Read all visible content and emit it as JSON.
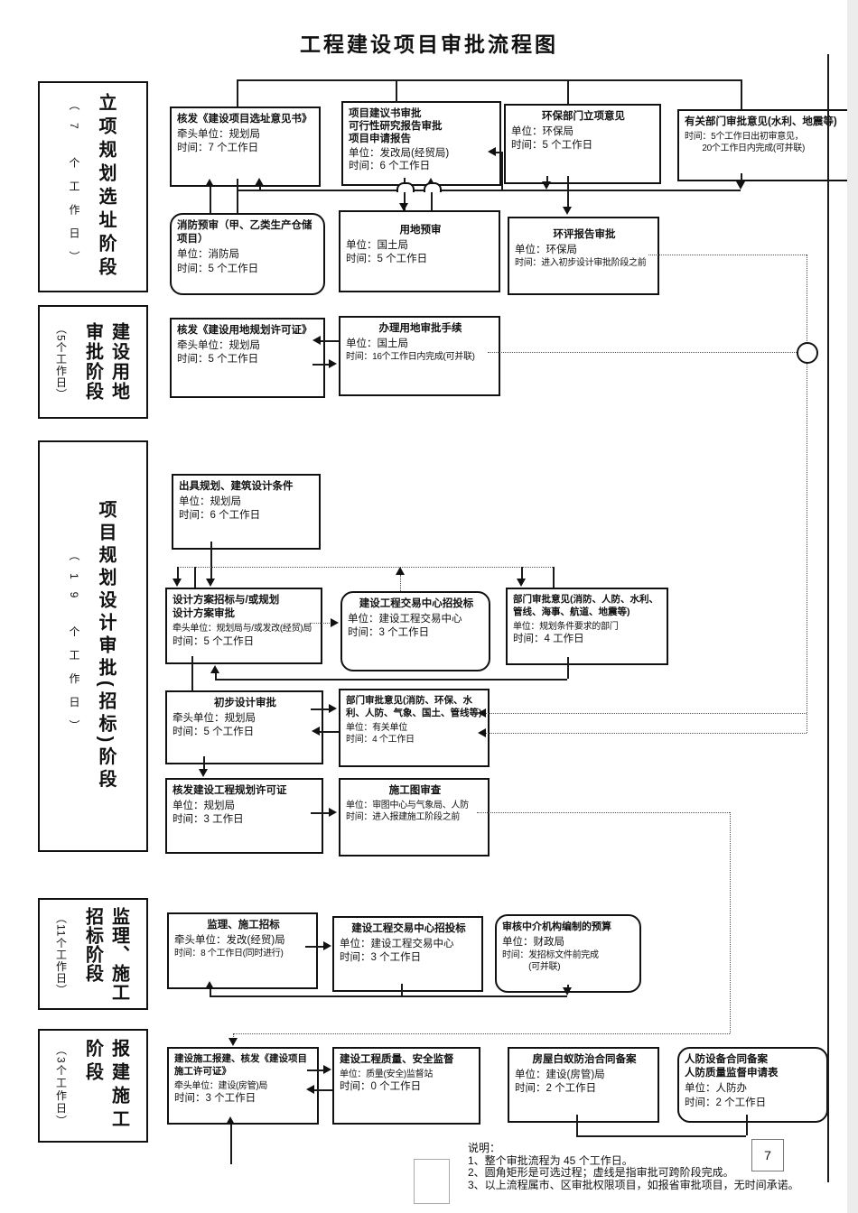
{
  "title": "工程建设项目审批流程图",
  "page_number": "7",
  "stages": [
    {
      "lines": [
        "立项规划选址阶段"
      ],
      "duration": "（7 个工作日）"
    },
    {
      "lines": [
        "建设用地",
        "审批阶段"
      ],
      "duration": "（5个工作日）"
    },
    {
      "lines": [
        "项目规划设计审批(招标)阶段"
      ],
      "duration": "（19 个工作日）"
    },
    {
      "lines": [
        "监理、施工",
        "招标阶段"
      ],
      "duration": "（11个工作日）"
    },
    {
      "lines": [
        "报建施工",
        "阶段"
      ],
      "duration": "（3个工作日）"
    }
  ],
  "boxes": [
    {
      "title": "核发《建设项目选址意见书》",
      "d1": "牵头单位：规划局",
      "d2": "时间：7 个工作日"
    },
    {
      "title": "项目建议书审批\n可行性研究报告审批\n项目申请报告",
      "d1": "单位：发改局(经贸局)",
      "d2": "时间：6 个工作日"
    },
    {
      "title": "环保部门立项意见",
      "d1": "单位：环保局",
      "d2": "时间：5 个工作日"
    },
    {
      "title": "有关部门审批意见(水利、地震等)",
      "d1": "时间：5个工作日出初审意见，",
      "d2": "　　20个工作日内完成(可并联)"
    },
    {
      "title": "消防预审（甲、乙类生产仓储项目）",
      "d1": "单位：消防局",
      "d2": "时间：5 个工作日"
    },
    {
      "title": "用地预审",
      "d1": "单位：国土局",
      "d2": "时间：5 个工作日"
    },
    {
      "title": "环评报告审批",
      "d1": "单位：环保局",
      "d2": "时间：进入初步设计审批阶段之前"
    },
    {
      "title": "核发《建设用地规划许可证》",
      "d1": "牵头单位：规划局",
      "d2": "时间：5 个工作日"
    },
    {
      "title": "办理用地审批手续",
      "d1": "单位：国土局",
      "d2": "时间：16个工作日内完成(可并联)"
    },
    {
      "title": "出具规划、建筑设计条件",
      "d1": "单位：规划局",
      "d2": "时间：6 个工作日"
    },
    {
      "title": "设计方案招标与/或规划\n设计方案审批",
      "d1": "牵头单位：规划局与/或发改(经贸)局",
      "d2": "时间：5 个工作日"
    },
    {
      "title": "建设工程交易中心招投标",
      "d1": "单位：建设工程交易中心",
      "d2": "时间：3 个工作日"
    },
    {
      "title": "部门审批意见(消防、人防、水利、管线、海事、航道、地震等)",
      "d1": "单位：规划条件要求的部门",
      "d2": "时间：4 工作日"
    },
    {
      "title": "初步设计审批",
      "d1": "牵头单位：规划局",
      "d2": "时间：5 个工作日"
    },
    {
      "title": "部门审批意见(消防、环保、水利、人防、气象、国土、管线等)",
      "d1": "单位：有关单位",
      "d2": "时间：4 个工作日"
    },
    {
      "title": "核发建设工程规划许可证",
      "d1": "单位：规划局",
      "d2": "时间：3 工作日"
    },
    {
      "title": "施工图审查",
      "d1": "单位：审图中心与气象局、人防",
      "d2": "时间：进入报建施工阶段之前"
    },
    {
      "title": "监理、施工招标",
      "d1": "牵头单位：发改(经贸)局",
      "d2": "时间：8 个工作日(同时进行)"
    },
    {
      "title": "建设工程交易中心招投标",
      "d1": "单位：建设工程交易中心",
      "d2": "时间：3 个工作日"
    },
    {
      "title": "审核中介机构编制的预算",
      "d1": "单位：财政局",
      "d2": "时间：发招标文件前完成\n　　　(可并联)"
    },
    {
      "title": "建设施工报建、核发《建设项目施工许可证》",
      "d1": "牵头单位：建设(房管)局",
      "d2": "时间：3 个工作日"
    },
    {
      "title": "建设工程质量、安全监督",
      "d1": "单位：质量(安全)监督站",
      "d2": "时间：0 个工作日"
    },
    {
      "title": "房屋白蚁防治合同备案",
      "d1": "单位：建设(房管)局",
      "d2": "时间：2 个工作日"
    },
    {
      "title": "人防设备合同备案\n人防质量监督申请表",
      "d1": "单位：人防办",
      "d2": "时间：2 个工作日"
    }
  ],
  "notes": {
    "heading": "说明：",
    "items": [
      "1、整个审批流程为 45 个工作日。",
      "2、圆角矩形是可选过程；虚线是指审批可跨阶段完成。",
      "3、以上流程属市、区审批权限项目，如报省审批项目，无时间承诺。"
    ]
  }
}
